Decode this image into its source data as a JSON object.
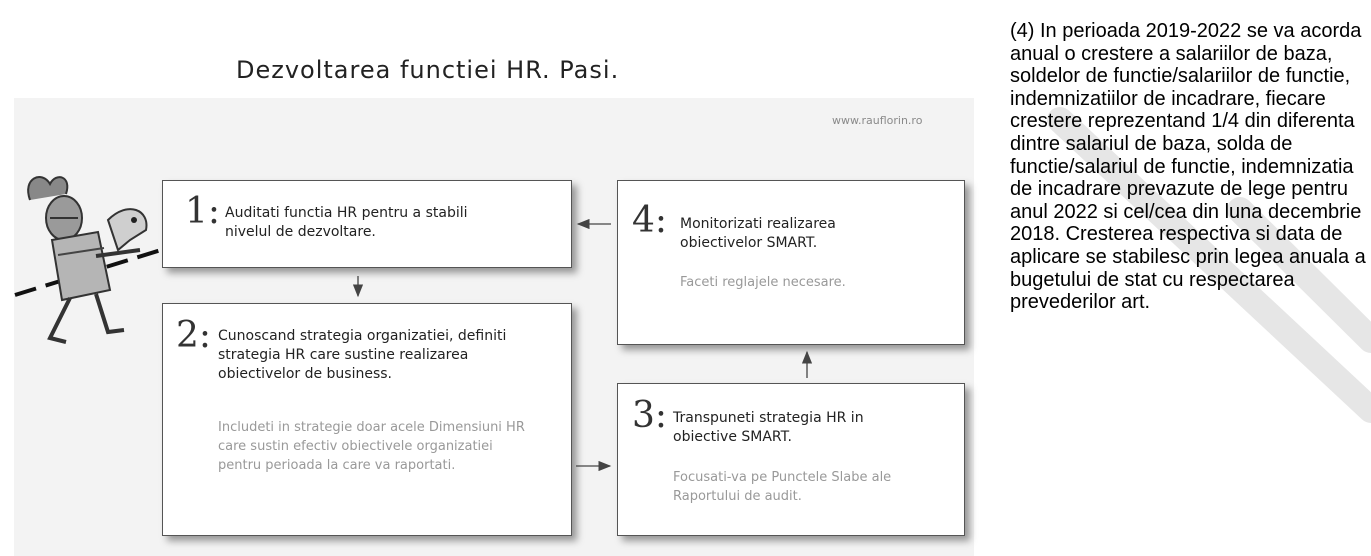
{
  "figure": {
    "title": "Dezvoltarea functiei HR. Pasi.",
    "url": "www.rauflorin.ro",
    "steps": [
      {
        "num": "1:",
        "text": "Auditati functia HR pentru a stabili nivelul de dezvoltare.",
        "note": ""
      },
      {
        "num": "2:",
        "text": "Cunoscand strategia organizatiei, definiti strategia HR care sustine realizarea obiectivelor de business.",
        "note": "Includeti in strategie doar acele Dimensiuni HR care sustin  efectiv obiectivele organizatiei pentru perioada la care va raportati."
      },
      {
        "num": "3:",
        "text": "Transpuneti strategia HR in obiective SMART.",
        "note": "Focusati-va pe Punctele Slabe ale Raportului de audit."
      },
      {
        "num": "4:",
        "text": "Monitorizati realizarea obiectivelor SMART.",
        "note": "Faceti reglajele necesare."
      }
    ]
  },
  "side_text": "(4) In perioada 2019-2022 se va acorda anual o crestere a salariilor de baza, soldelor de functie/salariilor de functie, indemnizatiilor de incadrare, fiecare crestere reprezentand 1/4 din diferenta dintre salariul de baza, solda de functie/salariul de functie, indemnizatia de incadrare prevazute de lege pentru anul 2022 si cel/cea din luna decembrie 2018. Cresterea respectiva si data de aplicare se stabilesc prin legea anuala a bugetului de stat cu respectarea prevederilor art."
}
